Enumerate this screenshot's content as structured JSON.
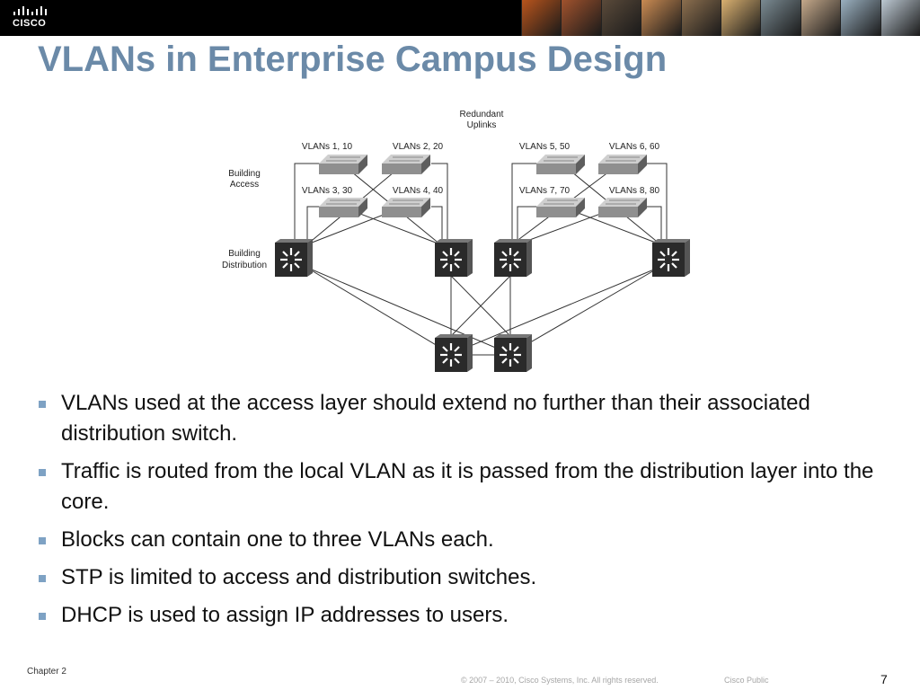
{
  "header": {
    "logo_text": "CISCO",
    "colors": {
      "bar": "#000000",
      "title": "#6b8aa8",
      "bullet": "#7ea2c4"
    },
    "photo_strip": [
      "#b8541c",
      "#a0522d",
      "#5a4a3a",
      "#c98a52",
      "#8b6e4e",
      "#d9b070",
      "#7a8a92",
      "#c4a88a",
      "#9ab0c0",
      "#bcc8d2"
    ]
  },
  "slide": {
    "title": "VLANs in Enterprise Campus Design",
    "bullets": [
      "VLANs used at the access layer should extend no further than their associated distribution switch.",
      "Traffic is routed from the local VLAN as it is passed from the distribution layer into the core.",
      "Blocks can contain one to three VLANs each.",
      "STP is limited to access and distribution switches.",
      "DHCP is used to assign IP addresses to users."
    ]
  },
  "diagram": {
    "redundant_uplinks_line1": "Redundant",
    "redundant_uplinks_line2": "Uplinks",
    "building_access_line1": "Building",
    "building_access_line2": "Access",
    "building_distribution_line1": "Building",
    "building_distribution_line2": "Distribution",
    "vlan_labels": [
      "VLANs 1, 10",
      "VLANs 2, 20",
      "VLANs 3, 30",
      "VLANs 4, 40",
      "VLANs 5, 50",
      "VLANs 6, 60",
      "VLANs 7, 70",
      "VLANs 8, 80"
    ],
    "icons": {
      "access": "access-switch-icon",
      "multilayer": "multilayer-switch-icon"
    }
  },
  "footer": {
    "chapter": "Chapter 2",
    "copyright": "© 2007 – 2010, Cisco Systems, Inc. All rights reserved.",
    "classification": "Cisco Public",
    "page_number": "7"
  }
}
